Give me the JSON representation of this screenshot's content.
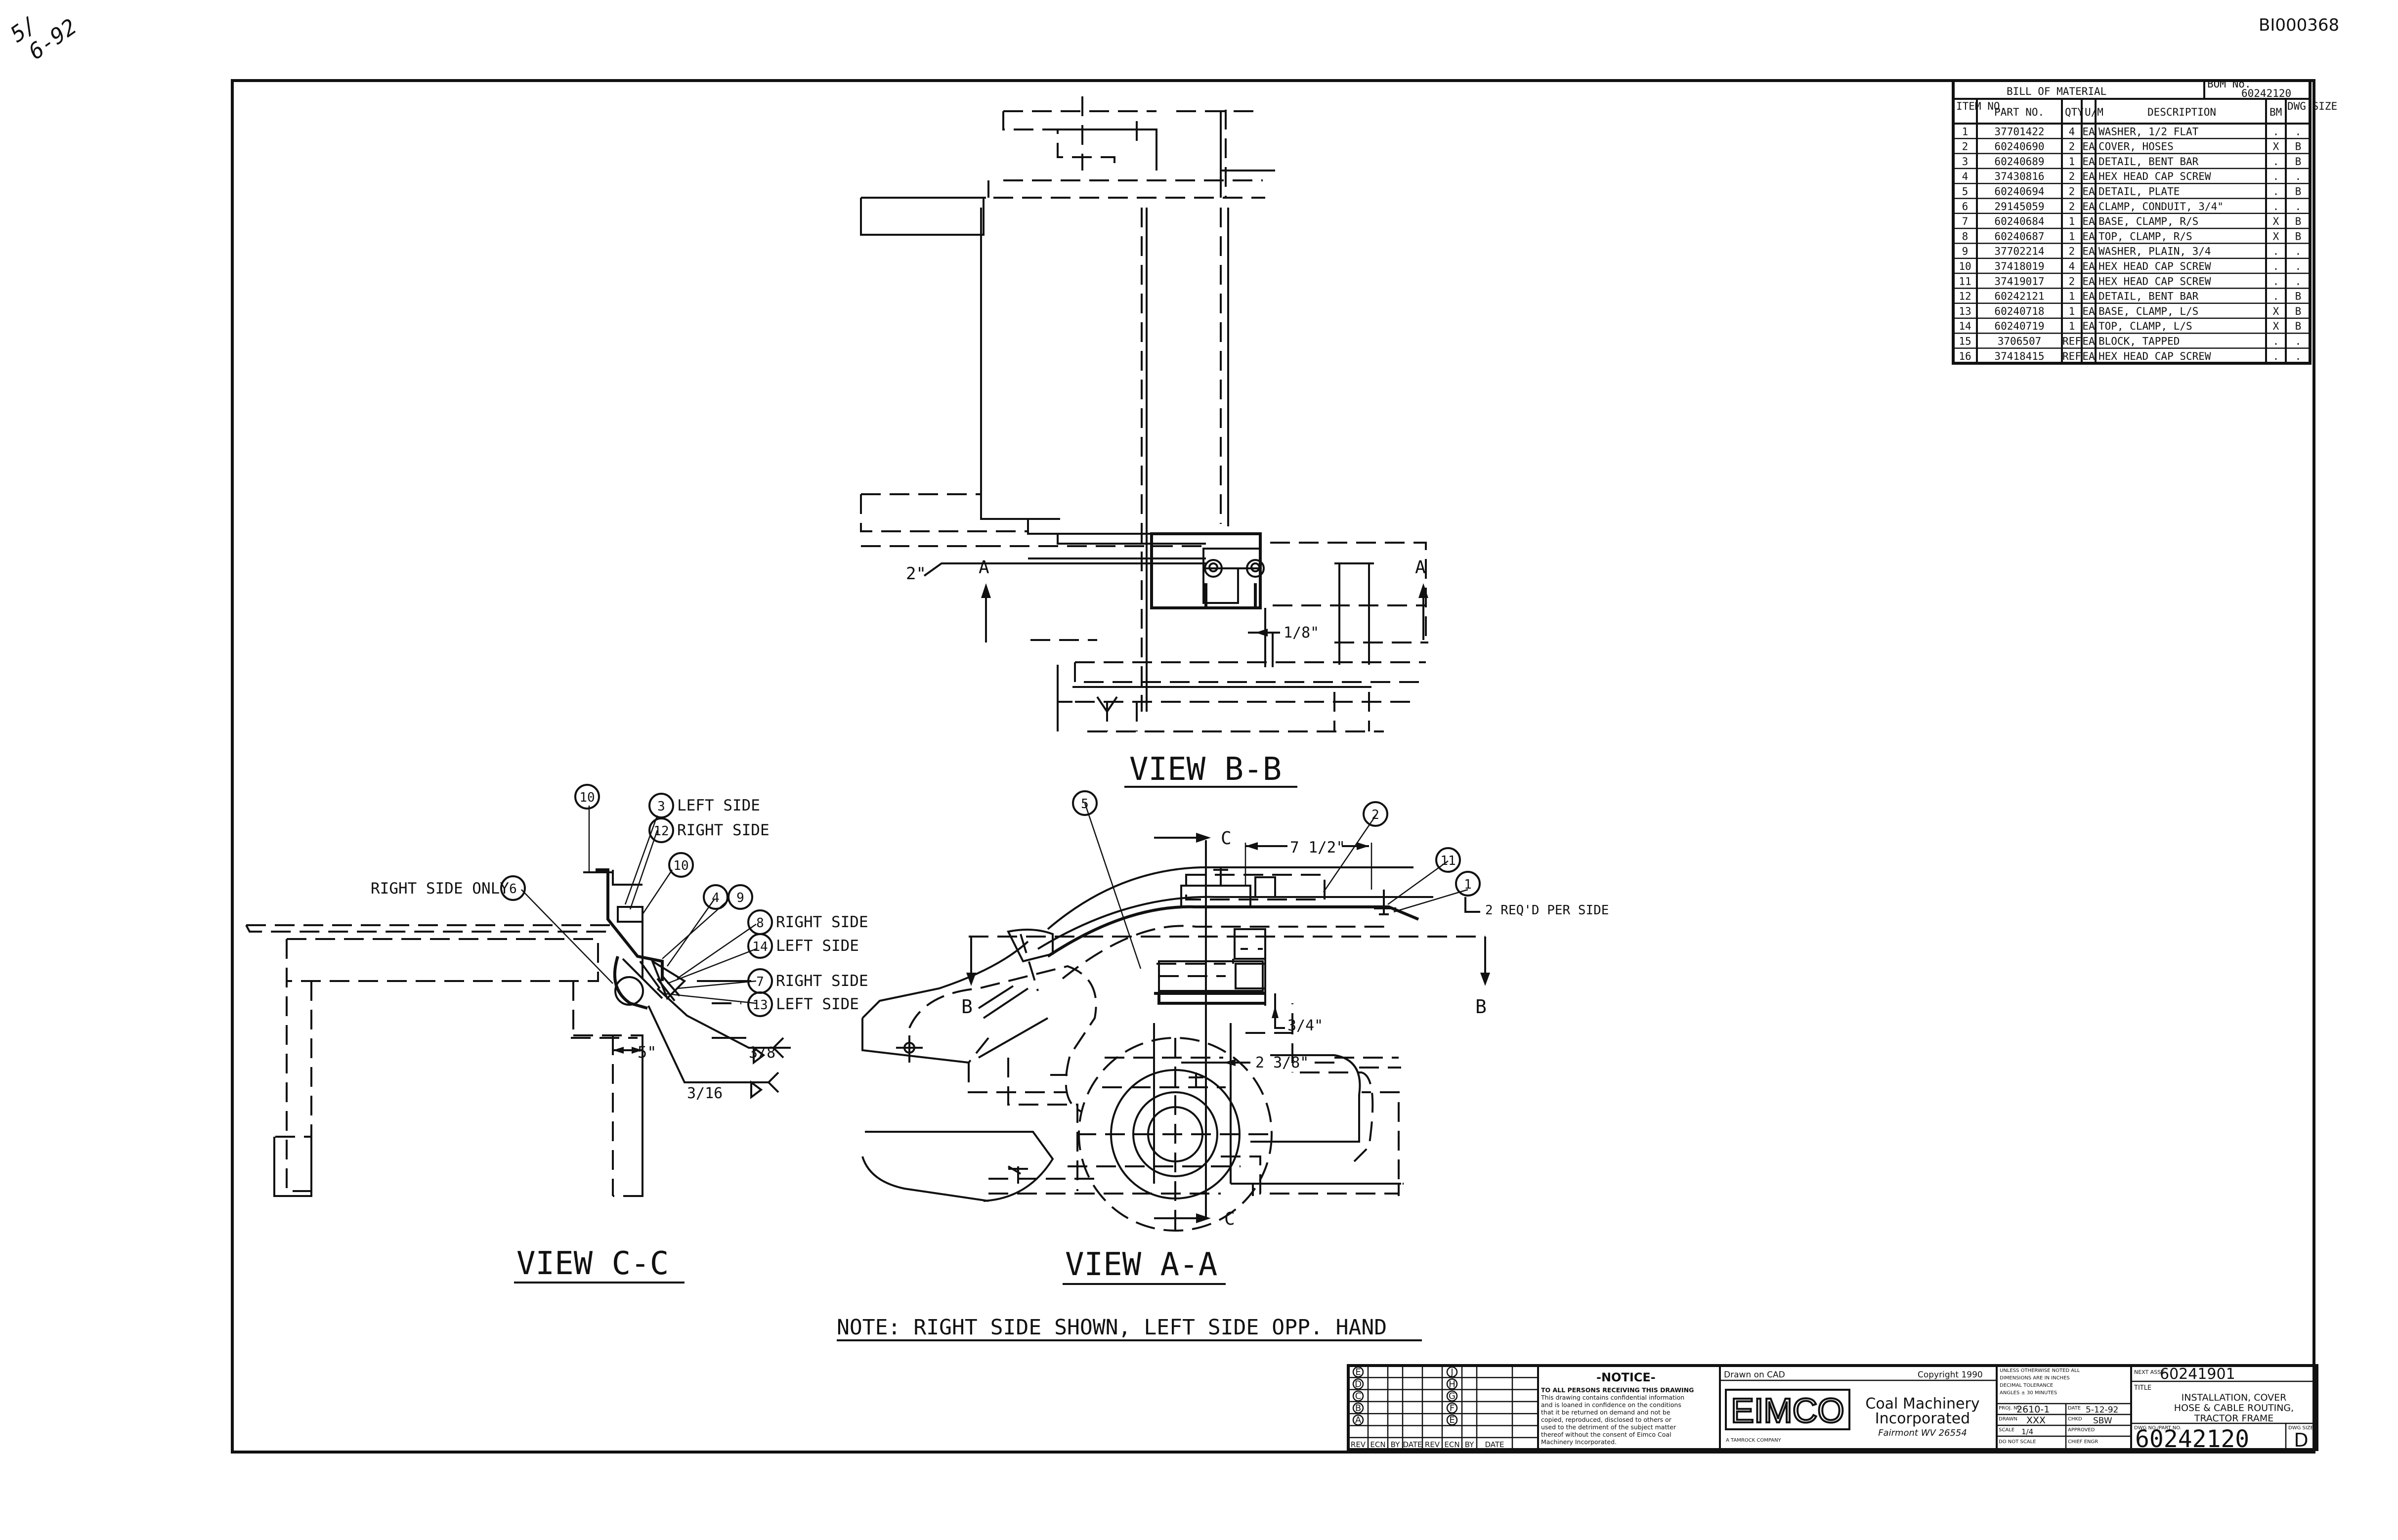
{
  "doc_id": "BI000368",
  "corner_note": [
    "5/",
    "6-92"
  ],
  "bom": {
    "title": "BILL OF MATERIAL",
    "bom_no_label": "BOM No.",
    "bom_no": "60242120",
    "headers": [
      "ITEM NO.",
      "PART NO.",
      "QTY",
      "U/M",
      "DESCRIPTION",
      "BM",
      "DWG SIZE"
    ],
    "rows": [
      [
        "1",
        "37701422",
        "4",
        "EA",
        "WASHER, 1/2 FLAT",
        ".",
        "."
      ],
      [
        "2",
        "60240690",
        "2",
        "EA",
        "COVER, HOSES",
        "X",
        "B"
      ],
      [
        "3",
        "60240689",
        "1",
        "EA",
        "DETAIL, BENT BAR",
        ".",
        "B"
      ],
      [
        "4",
        "37430816",
        "2",
        "EA",
        "HEX HEAD CAP SCREW",
        ".",
        "."
      ],
      [
        "5",
        "60240694",
        "2",
        "EA",
        "DETAIL, PLATE",
        ".",
        "B"
      ],
      [
        "6",
        "29145059",
        "2",
        "EA",
        "CLAMP, CONDUIT, 3/4\"",
        ".",
        "."
      ],
      [
        "7",
        "60240684",
        "1",
        "EA",
        "BASE, CLAMP, R/S",
        "X",
        "B"
      ],
      [
        "8",
        "60240687",
        "1",
        "EA",
        "TOP, CLAMP, R/S",
        "X",
        "B"
      ],
      [
        "9",
        "37702214",
        "2",
        "EA",
        "WASHER, PLAIN, 3/4",
        ".",
        "."
      ],
      [
        "10",
        "37418019",
        "4",
        "EA",
        "HEX HEAD CAP SCREW",
        ".",
        "."
      ],
      [
        "11",
        "37419017",
        "2",
        "EA",
        "HEX HEAD CAP SCREW",
        ".",
        "."
      ],
      [
        "12",
        "60242121",
        "1",
        "EA",
        "DETAIL, BENT BAR",
        ".",
        "B"
      ],
      [
        "13",
        "60240718",
        "1",
        "EA",
        "BASE, CLAMP, L/S",
        "X",
        "B"
      ],
      [
        "14",
        "60240719",
        "1",
        "EA",
        "TOP, CLAMP, L/S",
        "X",
        "B"
      ],
      [
        "15",
        "3706507",
        "REF",
        "EA",
        "BLOCK, TAPPED",
        ".",
        "."
      ],
      [
        "16",
        "37418415",
        "REF",
        "EA",
        "HEX HEAD CAP SCREW",
        ".",
        "."
      ]
    ]
  },
  "views": {
    "bb": "VIEW B-B",
    "cc": "VIEW C-C",
    "aa": "VIEW A-A"
  },
  "dims": {
    "two_in": "2\"",
    "eighth": "1/8\"",
    "sect_a": "A",
    "sect_b": "B",
    "sect_c": "C",
    "seven_half": "7 1/2\"",
    "req_per_side": "2 REQ'D PER SIDE",
    "three_q": "3/4\"",
    "two_3_8": "2 3/8\"",
    "five_in": "5\"",
    "w38": "3/8",
    "w316": "3/16"
  },
  "callouts": {
    "left_side": "LEFT SIDE",
    "right_side": "RIGHT SIDE",
    "right_side_only": "RIGHT SIDE ONLY"
  },
  "balloons": [
    "1",
    "2",
    "3",
    "4",
    "5",
    "6",
    "7",
    "8",
    "9",
    "10",
    "11",
    "12",
    "13",
    "14"
  ],
  "note": "NOTE: RIGHT SIDE SHOWN, LEFT SIDE OPP. HAND",
  "title_block": {
    "rev_letters": [
      "E",
      "D",
      "C",
      "B",
      "A"
    ],
    "rev_letters_2": [
      "J",
      "H",
      "G",
      "F",
      "E"
    ],
    "rev_headers": [
      "REV",
      "ECN",
      "BY",
      "DATE",
      "REV",
      "ECN",
      "BY",
      "DATE"
    ],
    "notice_title": "-NOTICE-",
    "notice_lines": [
      "TO ALL PERSONS RECEIVING THIS DRAWING",
      "This drawing contains confidential information",
      "and is loaned in confidence on the conditions",
      "that it be returned on demand and not be",
      "copied, reproduced, disclosed to others or",
      "used to the detriment of the subject matter",
      "thereof without the consent of Eimco Coal",
      "Machinery Incorporated."
    ],
    "drawn_on": "Drawn on CAD",
    "copyright": "Copyright 1990",
    "logo": "EIMCO",
    "company_1": "Coal Machinery",
    "company_2": "Incorporated",
    "city": "Fairmont WV 26554",
    "subsidiary": "A TAMROCK COMPANY",
    "tol_lines": [
      "UNLESS OTHERWISE NOTED ALL",
      "DIMENSIONS ARE IN INCHES",
      "DECIMAL TOLERANCE",
      "ANGLES ± 30 MINUTES"
    ],
    "fields": {
      "proj_label": "PROJ. NO.",
      "proj": "2610-1",
      "date_label": "DATE",
      "date": "5-12-92",
      "drawn_label": "DRAWN",
      "drawn": "XXX",
      "chk_label": "CHKD",
      "chk": "SBW",
      "scale_label": "SCALE",
      "scale": "1/4",
      "approved_label": "APPROVED",
      "dont_scale": "DO NOT SCALE",
      "engr_label": "CHIEF ENGR"
    },
    "next_assy_label": "NEXT ASSY.",
    "next_assy": "60241901",
    "title_label": "TITLE",
    "title_lines": [
      "INSTALLATION, COVER",
      "HOSE & CABLE ROUTING,",
      "TRACTOR FRAME"
    ],
    "dwg_no_label": "DWG NO./PART NO.",
    "dwg_no": "60242120",
    "size_label": "DWG SIZE",
    "size": "D"
  }
}
